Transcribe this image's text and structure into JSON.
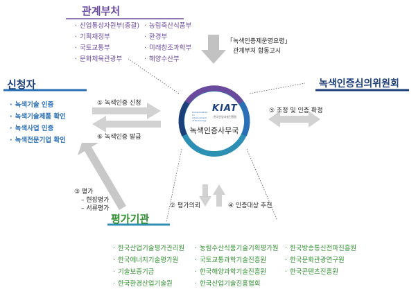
{
  "ministries": {
    "title": "관계부처",
    "left": [
      "산업통상자원부(총괄)",
      "기획재정부",
      "국토교통부",
      "문화체육관광부"
    ],
    "right": [
      "농림축산식품부",
      "환경부",
      "미래창조과학부",
      "해양수산부"
    ]
  },
  "applicant": {
    "title": "신청자",
    "items": [
      "녹색기술 인증",
      "녹색기술제품 확인",
      "녹색사업 인증",
      "녹색전문기업 확인"
    ]
  },
  "committee": {
    "title": "녹색인증심의위원회"
  },
  "center": {
    "logo_left": "Korea Institute for Advancement of Technology",
    "logo_main": "KIAT",
    "logo_sub": "한국산업기술진흥원",
    "title": "녹색인증사무국"
  },
  "evaluators": {
    "title": "평가기관",
    "col1": [
      "한국산업기술평가관리원",
      "한국에너지기술평가원",
      "기술보증기금",
      "한국환경산업기술원"
    ],
    "col2": [
      "농림수산식품기술기획평가원",
      "국토교통과학기술진흥원",
      "한국해양과학기술진흥원",
      "한국산업기술진흥협회"
    ],
    "col3": [
      "한국방송통신전파진흥원",
      "한국문화관광연구원",
      "한국콘텐츠진흥원"
    ]
  },
  "flows": {
    "notice_line1": "「녹색인증제운영요령」",
    "notice_line2": "관계부처 합동고시",
    "step1": "① 녹색인증 신청",
    "step6": "⑥ 녹색인증 발급",
    "step5": "⑤ 조정 및 인증 확정",
    "step3": "③ 평가",
    "step3_sub1": "– 현장평가",
    "step3_sub2": "– 서류평가",
    "step2": "② 평가의뢰",
    "step4": "④ 인증대상 추천"
  },
  "colors": {
    "purple": "#6a4a9c",
    "navy": "#1c3f7a",
    "blue": "#2a6fb5",
    "teal": "#2d8fb4",
    "green": "#2f8f2f",
    "arrow_gray": "#c2c2c2",
    "line": "#7fbfdc"
  }
}
